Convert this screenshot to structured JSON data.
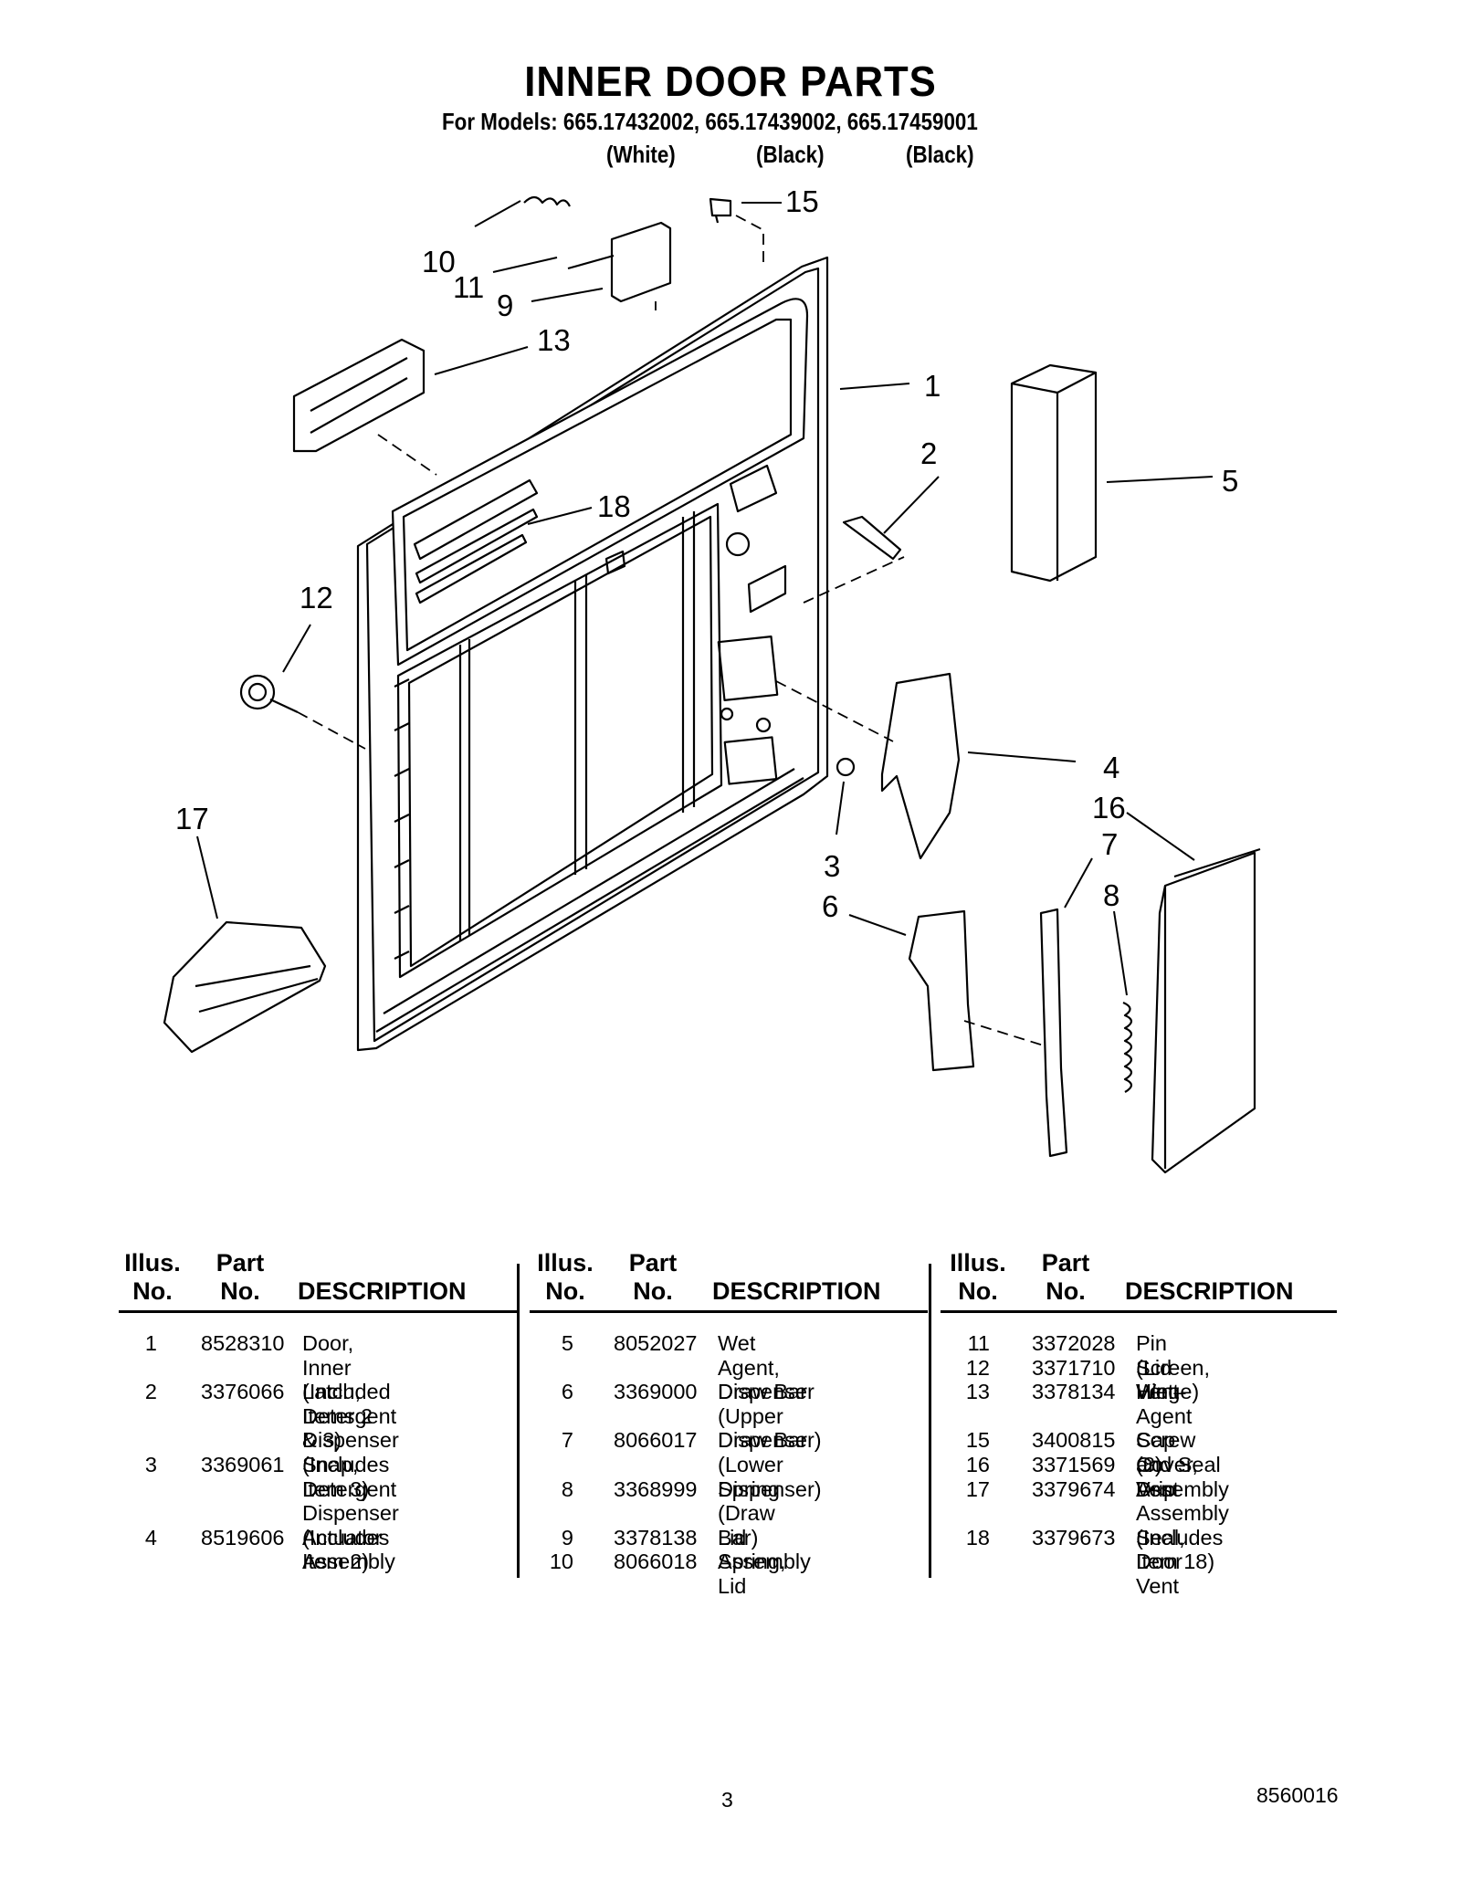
{
  "header": {
    "title": "INNER DOOR PARTS",
    "models": "For Models: 665.17432002, 665.17439002, 665.17459001",
    "colors": [
      "(White)",
      "(Black)",
      "(Black)"
    ]
  },
  "diagram": {
    "callouts": [
      "1",
      "2",
      "3",
      "4",
      "5",
      "6",
      "7",
      "8",
      "9",
      "10",
      "11",
      "12",
      "13",
      "15",
      "16",
      "17",
      "18"
    ]
  },
  "table": {
    "headers": {
      "illus_1": "Illus.",
      "illus_2": "No.",
      "part_1": "Part",
      "part_2": "No.",
      "description": "DESCRIPTION"
    },
    "columns": [
      [
        {
          "no": "1",
          "part": "8528310",
          "desc": "Door, Inner\n(Included Items 2 & 3)"
        },
        {
          "no": "2",
          "part": "3376066",
          "desc": "Latch, Detergent\nDispenser\n(Includes Item 3)"
        },
        {
          "no": "3",
          "part": "3369061",
          "desc": "Snap, Detergent\nDispenser\n(Includes Item 2)"
        },
        {
          "no": "4",
          "part": "8519606",
          "desc": "Actuator Assembly"
        }
      ],
      [
        {
          "no": "5",
          "part": "8052027",
          "desc": "Wet Agent,\nDispenser"
        },
        {
          "no": "6",
          "part": "3369000",
          "desc": "Draw Bar (Upper\nDispenser)"
        },
        {
          "no": "7",
          "part": "8066017",
          "desc": "Draw Bar (Lower\nDispenser)"
        },
        {
          "no": "8",
          "part": "3368999",
          "desc": "Spring (Draw\nBar)"
        },
        {
          "no": "9",
          "part": "3378138",
          "desc": "Lid Assembly"
        },
        {
          "no": "10",
          "part": "8066018",
          "desc": "Spring, Lid"
        }
      ],
      [
        {
          "no": "11",
          "part": "3372028",
          "desc": "Pin (Lid Hinge)"
        },
        {
          "no": "12",
          "part": "3371710",
          "desc": "Screen, Vent"
        },
        {
          "no": "13",
          "part": "3378134",
          "desc": "Wet–Agent Cap\nand Seal Assembly"
        },
        {
          "no": "15",
          "part": "3400815",
          "desc": "Screw (8)"
        },
        {
          "no": "16",
          "part": "3371569",
          "desc": "Cover, Drip"
        },
        {
          "no": "17",
          "part": "3379674",
          "desc": "Vent Assembly\n(Includes Item 18)"
        },
        {
          "no": "18",
          "part": "3379673",
          "desc": "Seal, Door Vent"
        }
      ]
    ]
  },
  "footer": {
    "page_number": "3",
    "document_number": "8560016"
  }
}
